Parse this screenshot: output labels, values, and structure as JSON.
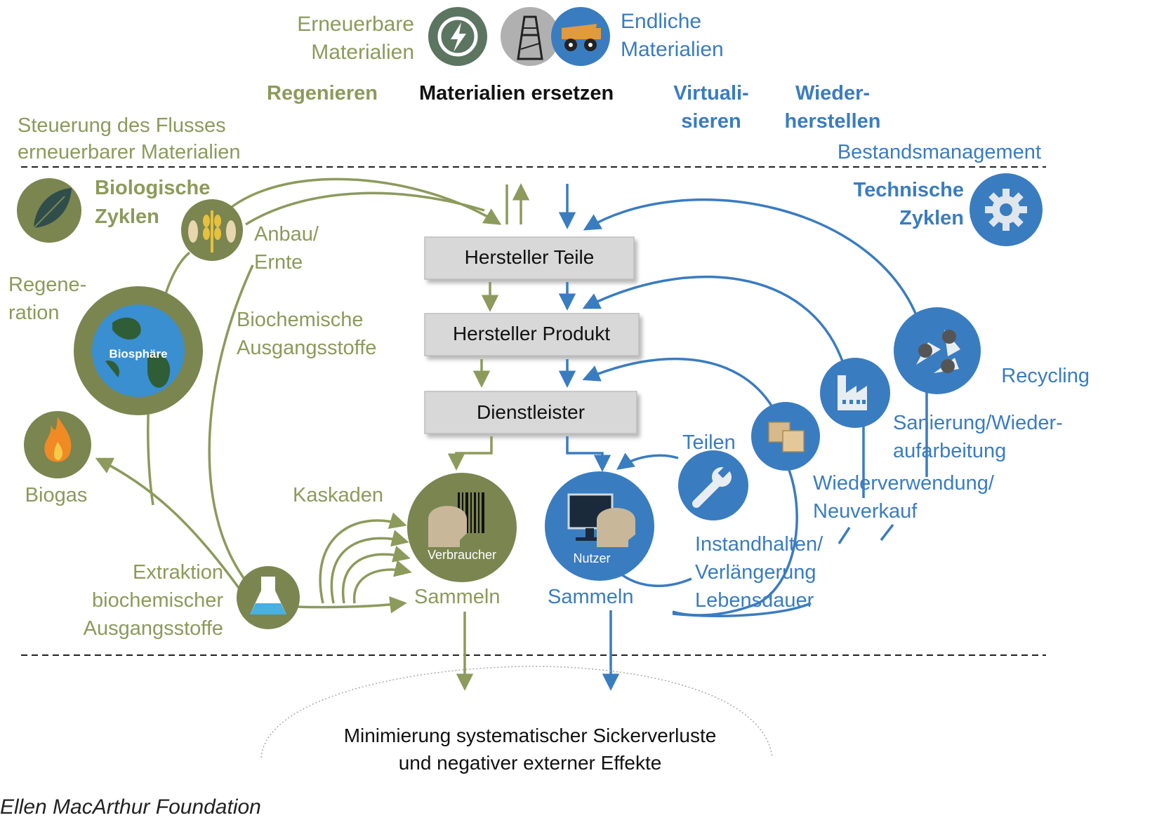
{
  "header": {
    "renewable": [
      "Erneuerbare",
      "Materialien"
    ],
    "finite": [
      "Endliche",
      "Materialien"
    ],
    "regenerate": "Regenieren",
    "substitute": "Materialien ersetzen",
    "virtualise": [
      "Virtuali-",
      "sieren"
    ],
    "remanufacture": [
      "Wieder-",
      "herstellen"
    ],
    "flow_control": [
      "Steuerung des Flusses",
      "erneuerbarer Materialien"
    ],
    "stock_management": "Bestandsmanagement"
  },
  "left": {
    "bio_cycles": [
      "Biologische",
      "Zyklen"
    ],
    "farming": [
      "Anbau/",
      "Ernte"
    ],
    "regeneration": [
      "Regene-",
      "ration"
    ],
    "biosphere": "Biosphäre",
    "biochem_feedstock": [
      "Biochemische",
      "Ausgangsstoffe"
    ],
    "biogas": "Biogas",
    "cascades": "Kaskaden",
    "extraction": [
      "Extraktion",
      "biochemischer",
      "Ausgangsstoffe"
    ],
    "consumer": "Verbraucher",
    "collect": "Sammeln"
  },
  "center": {
    "parts_maker": "Hersteller Teile",
    "product_maker": "Hersteller Produkt",
    "service_provider": "Dienstleister"
  },
  "right": {
    "tech_cycles": [
      "Technische",
      "Zyklen"
    ],
    "recycling": "Recycling",
    "refurbish": [
      "Sanierung/Wieder-",
      "aufarbeitung"
    ],
    "reuse": [
      "Wiederverwendung/",
      "Neuverkauf"
    ],
    "share": "Teilen",
    "maintain": [
      "Instandhalten/",
      "Verlängerung",
      "Lebensdauer"
    ],
    "user": "Nutzer",
    "collect": "Sammeln"
  },
  "bottom": {
    "leakage": [
      "Minimierung systematischer Sickerverluste",
      "und negativer externer Effekte"
    ],
    "caption": "Ellen MacArthur Foundation"
  },
  "colors": {
    "green": "#8c9a5b",
    "blue": "#3a7cc0",
    "green_dark": "#7a8550",
    "blue_dark": "#2f6aa8"
  }
}
